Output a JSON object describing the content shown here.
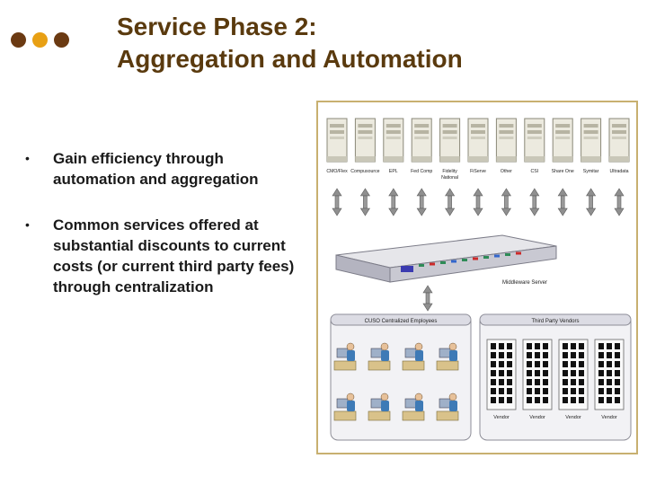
{
  "colors": {
    "title": "#5a3a0e",
    "dot1": "#6b3a12",
    "dot2": "#e8a014",
    "dot3": "#6b3a12",
    "frame": "#c8b070"
  },
  "title": {
    "line1": "Service Phase 2:",
    "line2": "Aggregation and Automation"
  },
  "bullets": [
    {
      "marker": "•",
      "text": "Gain efficiency through automation and aggregation"
    },
    {
      "marker": "•",
      "text": "Common services offered at substantial discounts to current costs (or current third party fees) through centralization"
    }
  ],
  "diagram": {
    "servers": [
      {
        "label": "CMO/Flex"
      },
      {
        "label": "Compusource"
      },
      {
        "label": "EPL"
      },
      {
        "label": "Fed Comp"
      },
      {
        "label": "Fidelity National"
      },
      {
        "label": "FiServe"
      },
      {
        "label": "Other"
      },
      {
        "label": "CSI"
      },
      {
        "label": "Share One"
      },
      {
        "label": "Symitar"
      },
      {
        "label": "Ultradata"
      }
    ],
    "middleware_label": "Middleware Server",
    "panels": {
      "left": "CUSO Centralized Employees",
      "right": "Third Party Vendors"
    },
    "vendors": [
      {
        "label": "Vendor"
      },
      {
        "label": "Vendor"
      },
      {
        "label": "Vendor"
      },
      {
        "label": "Vendor"
      }
    ],
    "employee_count": 8
  }
}
